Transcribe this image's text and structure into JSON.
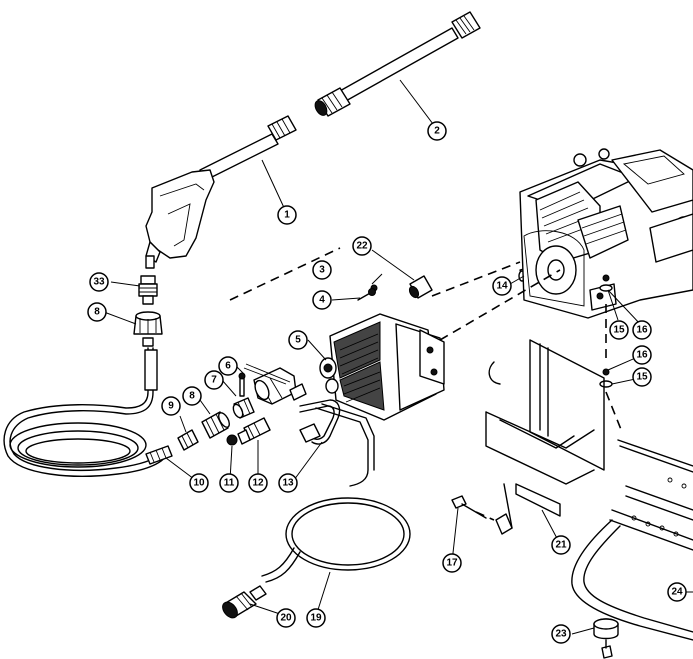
{
  "callouts": [
    {
      "id": "c1",
      "label": "1"
    },
    {
      "id": "c2",
      "label": "2"
    },
    {
      "id": "c3",
      "label": "3"
    },
    {
      "id": "c4",
      "label": "4"
    },
    {
      "id": "c5",
      "label": "5"
    },
    {
      "id": "c6",
      "label": "6"
    },
    {
      "id": "c7",
      "label": "7"
    },
    {
      "id": "c8a",
      "label": "8"
    },
    {
      "id": "c8b",
      "label": "8"
    },
    {
      "id": "c9",
      "label": "9"
    },
    {
      "id": "c10",
      "label": "10"
    },
    {
      "id": "c11",
      "label": "11"
    },
    {
      "id": "c12",
      "label": "12"
    },
    {
      "id": "c13",
      "label": "13"
    },
    {
      "id": "c14",
      "label": "14"
    },
    {
      "id": "c15a",
      "label": "15"
    },
    {
      "id": "c15b",
      "label": "15"
    },
    {
      "id": "c16a",
      "label": "16"
    },
    {
      "id": "c16b",
      "label": "16"
    },
    {
      "id": "c17",
      "label": "17"
    },
    {
      "id": "c19",
      "label": "19"
    },
    {
      "id": "c20",
      "label": "20"
    },
    {
      "id": "c21",
      "label": "21"
    },
    {
      "id": "c22",
      "label": "22"
    },
    {
      "id": "c23",
      "label": "23"
    },
    {
      "id": "c24",
      "label": "24"
    },
    {
      "id": "c33",
      "label": "33"
    }
  ]
}
